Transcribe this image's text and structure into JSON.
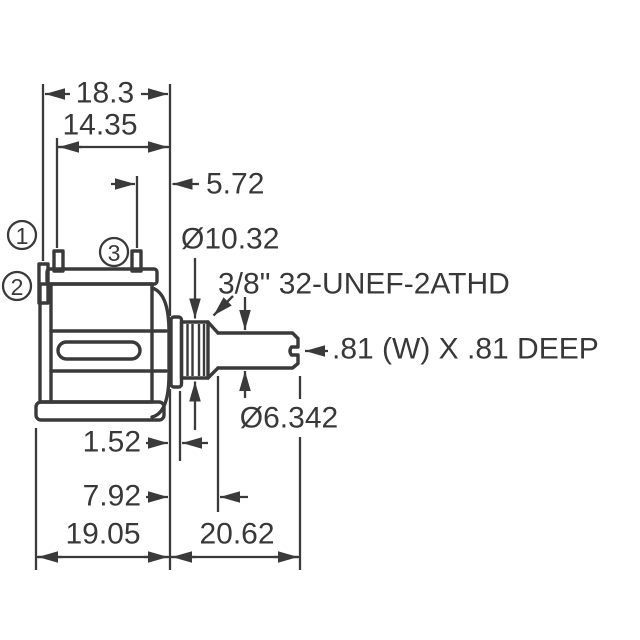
{
  "labels": {
    "dim_body_depth_with_pins": "18.3",
    "dim_pin1_to_mount": "14.35",
    "dim_pin3_to_mount": "5.72",
    "dim_bushing_diameter": "Ø10.32",
    "thread_spec": "3/8\" 32-UNEF-2ATHD",
    "slot_spec": ".81 (W) X .81 DEEP",
    "dim_shaft_diameter": "Ø6.342",
    "dim_flange_thickness": "1.52",
    "dim_bushing_length": "7.92",
    "dim_body_depth": "19.05",
    "dim_shaft_length": "20.62"
  },
  "terminals": {
    "terminal_1": "1",
    "terminal_2": "2",
    "terminal_3": "3"
  },
  "colors": {
    "line": "#3a3a3a",
    "text": "#383838",
    "background": "#ffffff"
  }
}
